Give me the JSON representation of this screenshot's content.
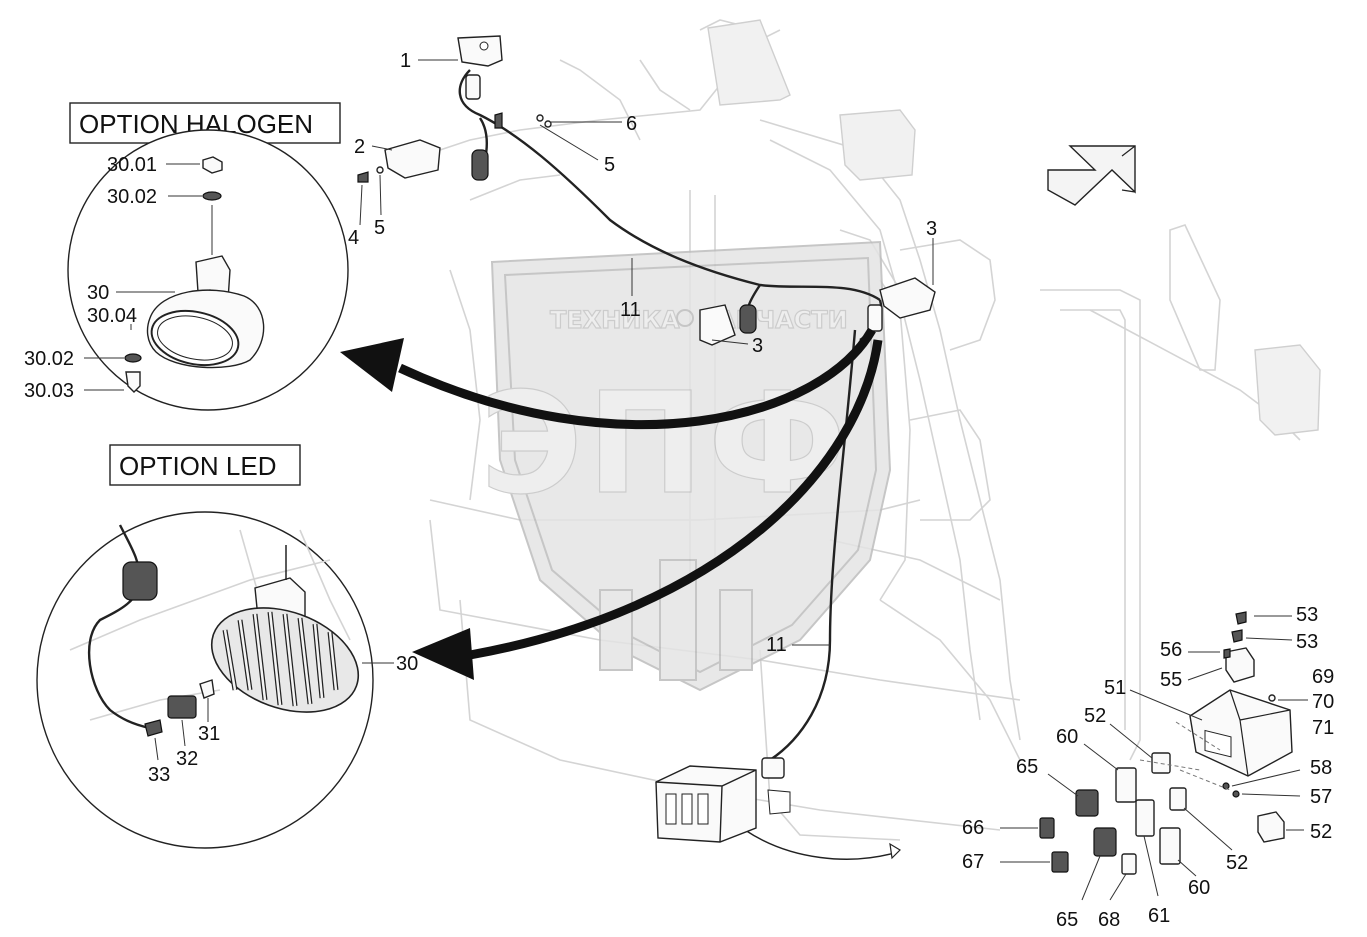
{
  "options": {
    "halogen_label": "OPTION HALOGEN",
    "led_label": "OPTION LED"
  },
  "watermark": {
    "left_text": "ТЕХНИКА",
    "right_text": "ЗАПЧАСТИ",
    "emblem_text": "ЭПФ"
  },
  "callouts": {
    "c1": "1",
    "c2": "2",
    "c3a": "3",
    "c3b": "3",
    "c4": "4",
    "c5a": "5",
    "c5b": "5",
    "c6": "6",
    "c11a": "11",
    "c11b": "11",
    "h3001": "30.01",
    "h3002a": "30.02",
    "h30": "30",
    "h3004": "30.04",
    "h3002b": "30.02",
    "h3003": "30.03",
    "l30": "30",
    "l31": "31",
    "l32": "32",
    "l33": "33",
    "c51": "51",
    "c52a": "52",
    "c52b": "52",
    "c52c": "52",
    "c53a": "53",
    "c53b": "53",
    "c55": "55",
    "c56": "56",
    "c57": "57",
    "c58": "58",
    "c60a": "60",
    "c60b": "60",
    "c61": "61",
    "c65a": "65",
    "c65b": "65",
    "c66": "66",
    "c67": "67",
    "c68": "68",
    "c69": "69",
    "c70": "70",
    "c71": "71"
  }
}
